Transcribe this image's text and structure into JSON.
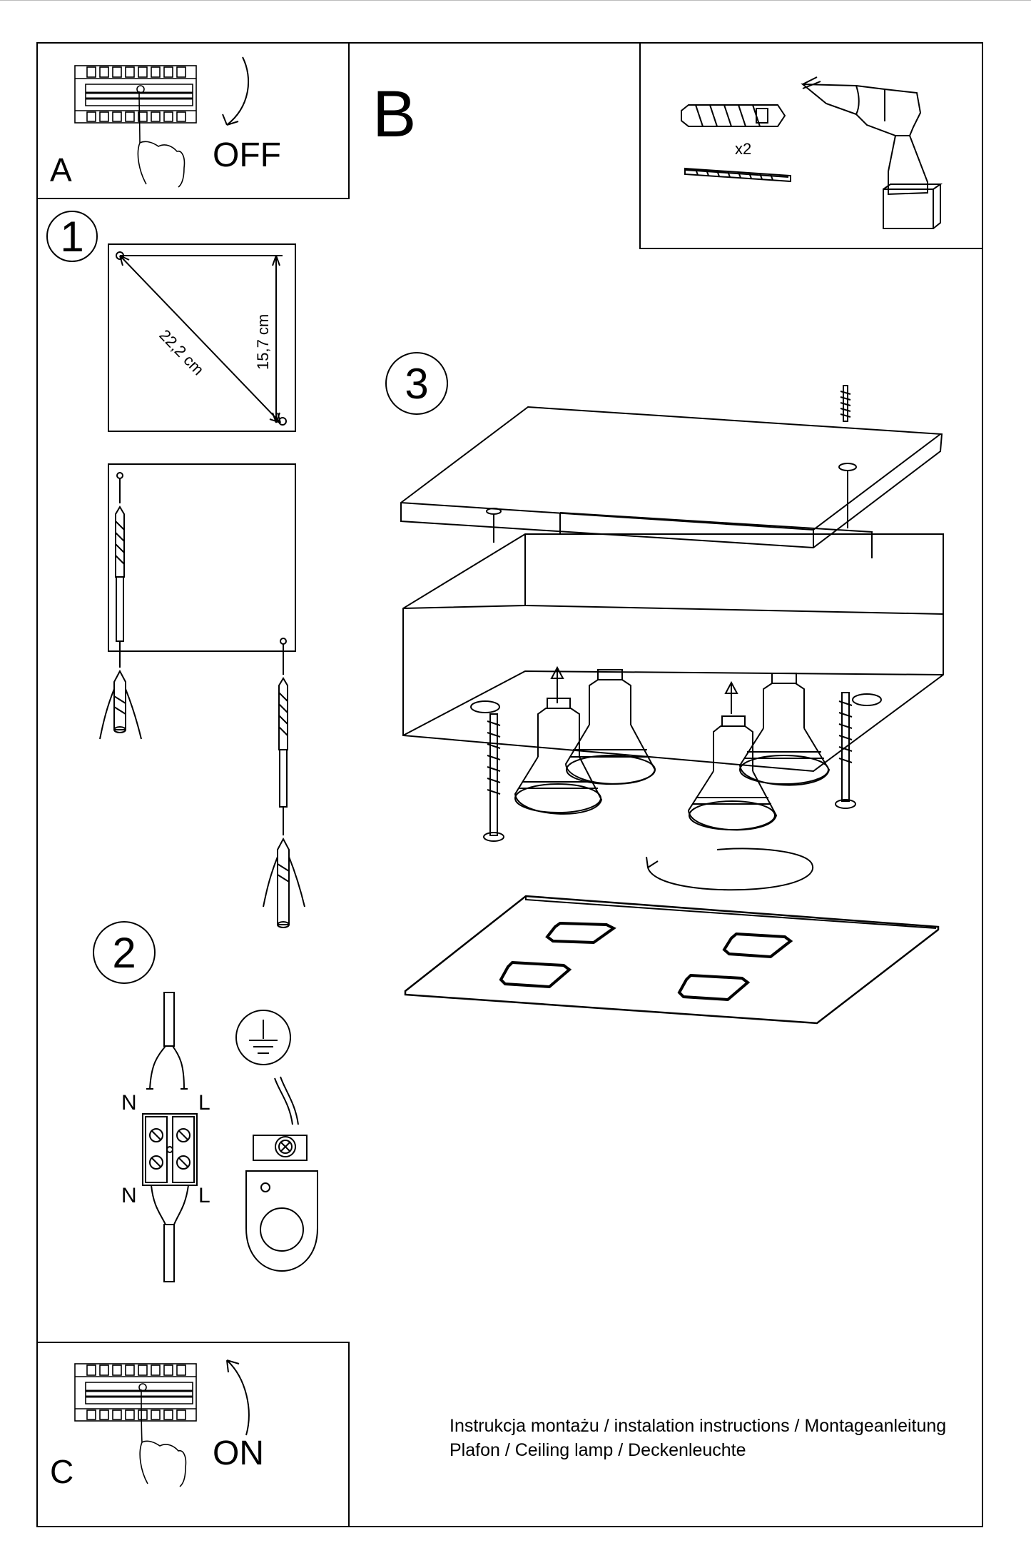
{
  "panels": {
    "A": {
      "letter": "A",
      "state": "OFF"
    },
    "B": {
      "letter": "B"
    },
    "C": {
      "letter": "C",
      "state": "ON"
    }
  },
  "steps": {
    "one": "1",
    "two": "2",
    "three": "3"
  },
  "measurements": {
    "diagonal": "22,2 cm",
    "vertical": "15,7 cm"
  },
  "hardware": {
    "quantity": "x2"
  },
  "wiring": {
    "neutral": "N",
    "live": "L"
  },
  "caption": {
    "line1": "Instrukcja montażu / instalation instructions / Montageanleitung",
    "line2": "Plafon / Ceiling lamp / Deckenleuchte"
  }
}
